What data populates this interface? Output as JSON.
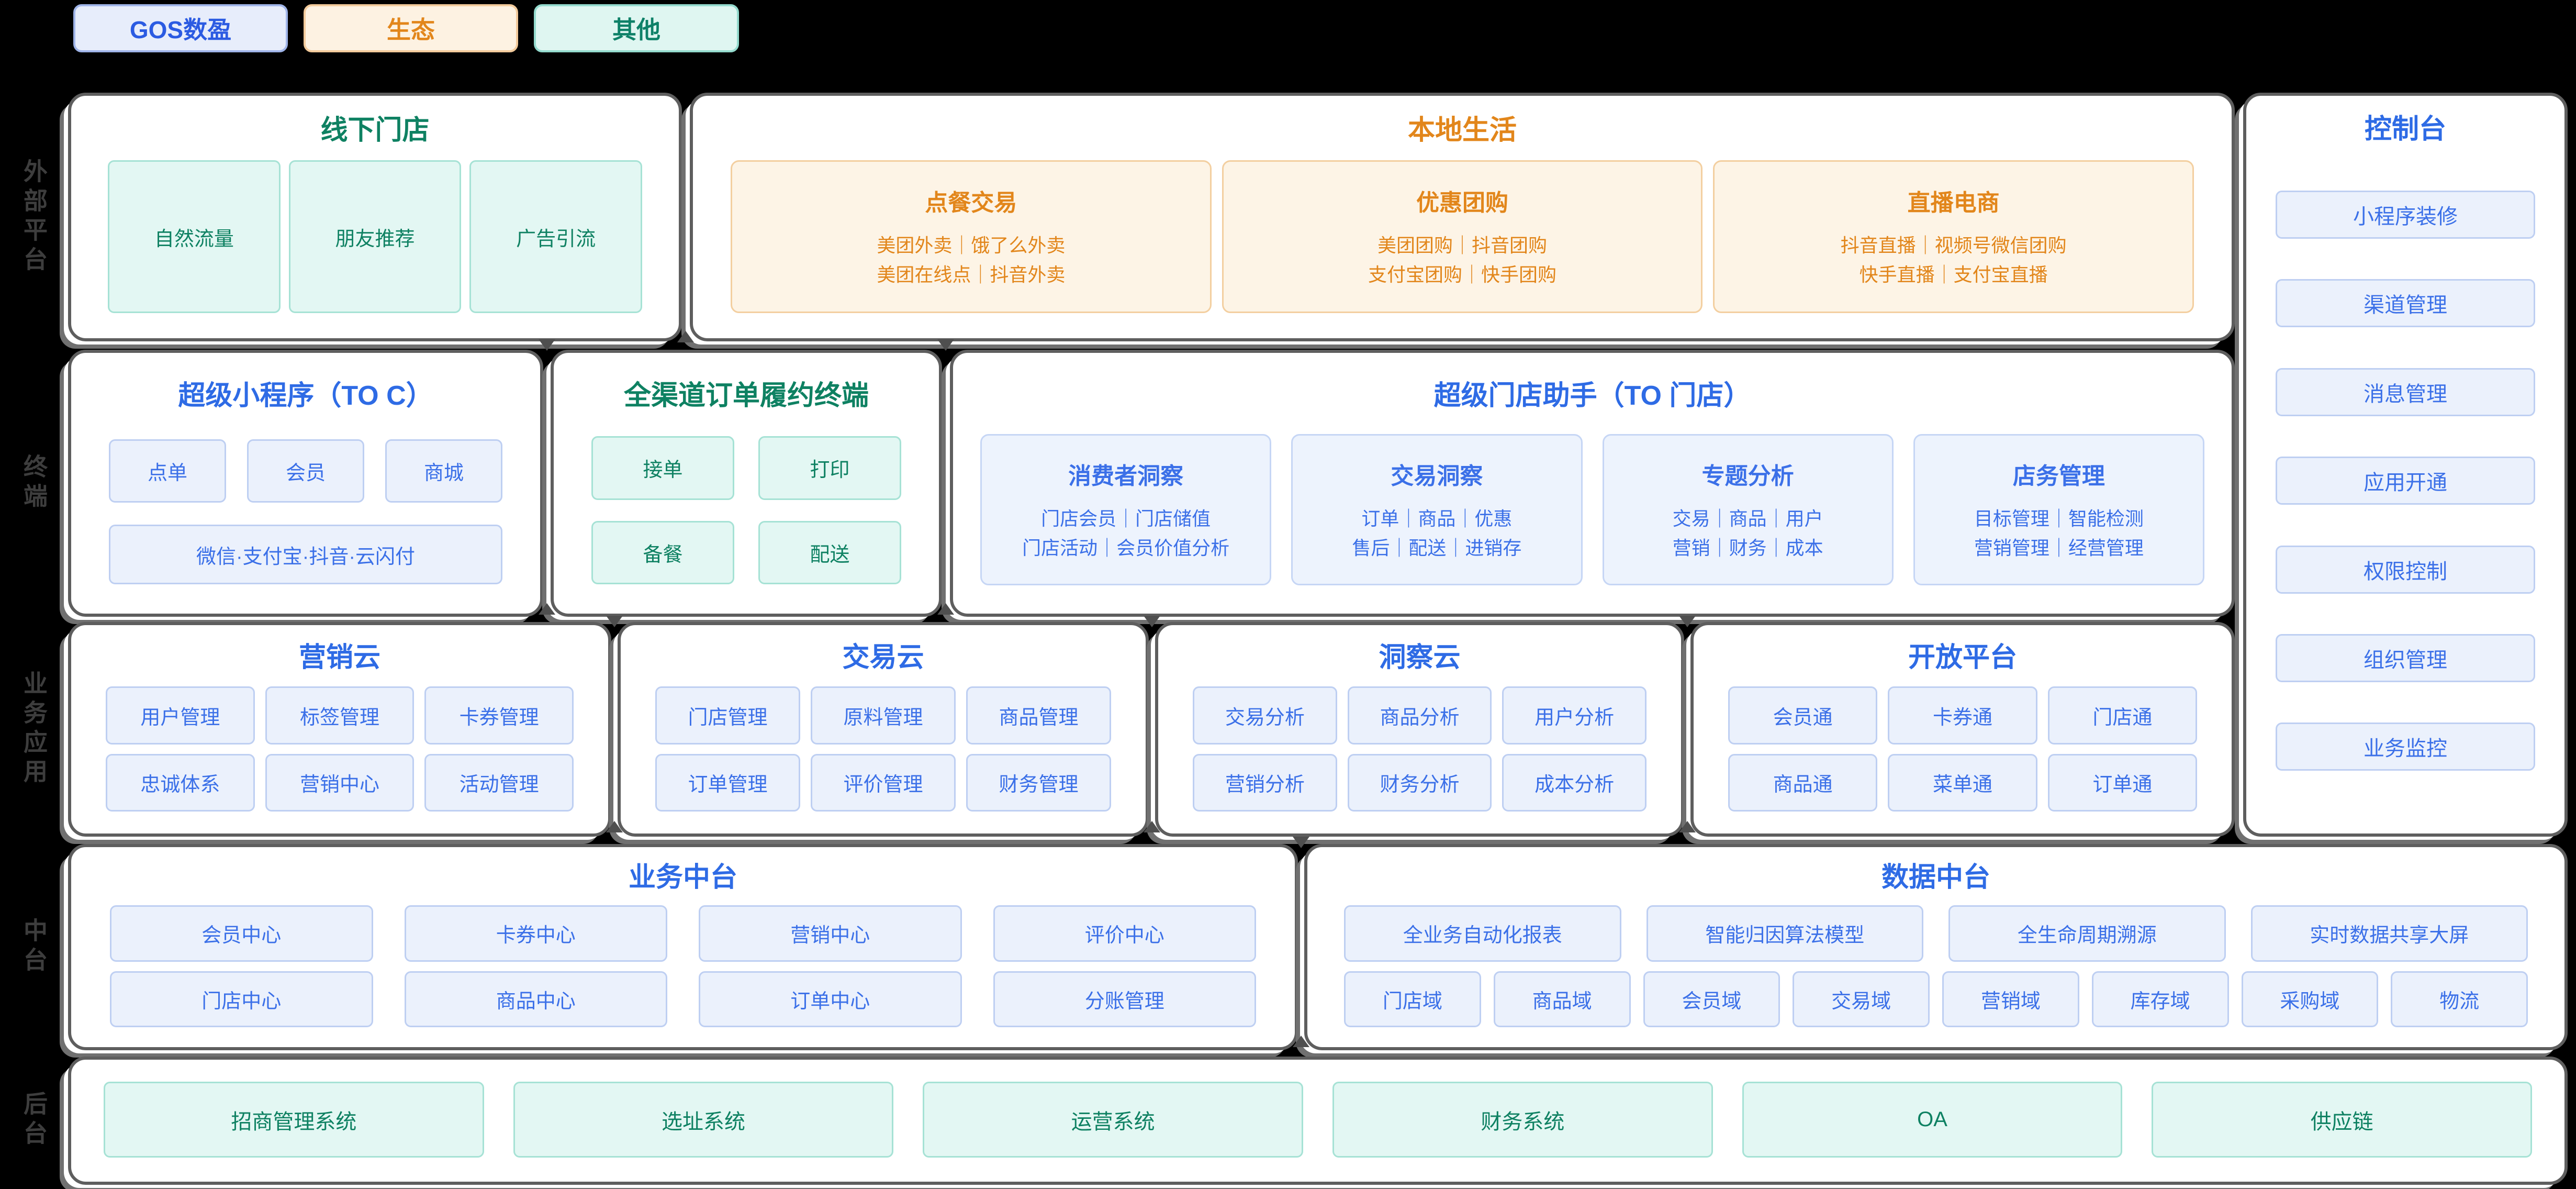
{
  "legend": {
    "items": [
      {
        "label": "GOS数盈",
        "type": "blue"
      },
      {
        "label": "生态",
        "type": "orange"
      },
      {
        "label": "其他",
        "type": "teal"
      }
    ]
  },
  "rail": {
    "labels": [
      "外部平台",
      "终端",
      "业务应用",
      "中台",
      "后台"
    ]
  },
  "sections": {
    "offline_store": {
      "title": "线下门店",
      "items": [
        "自然流量",
        "朋友推荐",
        "广告引流"
      ]
    },
    "local_life": {
      "title": "本地生活",
      "panels": [
        {
          "title": "点餐交易",
          "lines": [
            "美团外卖｜饿了么外卖",
            "美团在线点｜抖音外卖"
          ]
        },
        {
          "title": "优惠团购",
          "lines": [
            "美团团购｜抖音团购",
            "支付宝团购｜快手团购"
          ]
        },
        {
          "title": "直播电商",
          "lines": [
            "抖音直播｜视频号微信团购",
            "快手直播｜支付宝直播"
          ]
        }
      ]
    },
    "console": {
      "title": "控制台",
      "items": [
        "小程序装修",
        "渠道管理",
        "消息管理",
        "应用开通",
        "权限控制",
        "组织管理",
        "业务监控"
      ]
    },
    "super_miniapp": {
      "title": "超级小程序（TO C）",
      "items": [
        "点单",
        "会员",
        "商城"
      ],
      "wide_item": "微信·支付宝·抖音·云闪付"
    },
    "fulfillment": {
      "title": "全渠道订单履约终端",
      "items": [
        "接单",
        "打印",
        "备餐",
        "配送"
      ]
    },
    "store_assistant": {
      "title": "超级门店助手（TO 门店）",
      "panels": [
        {
          "title": "消费者洞察",
          "lines": [
            "门店会员｜门店储值",
            "门店活动｜会员价值分析"
          ]
        },
        {
          "title": "交易洞察",
          "lines": [
            "订单｜商品｜优惠",
            "售后｜配送｜进销存"
          ]
        },
        {
          "title": "专题分析",
          "lines": [
            "交易｜商品｜用户",
            "营销｜财务｜成本"
          ]
        },
        {
          "title": "店务管理",
          "lines": [
            "目标管理｜智能检测",
            "营销管理｜经营管理"
          ]
        }
      ]
    },
    "marketing_cloud": {
      "title": "营销云",
      "items": [
        "用户管理",
        "标签管理",
        "卡券管理",
        "忠诚体系",
        "营销中心",
        "活动管理"
      ]
    },
    "trade_cloud": {
      "title": "交易云",
      "items": [
        "门店管理",
        "原料管理",
        "商品管理",
        "订单管理",
        "评价管理",
        "财务管理"
      ]
    },
    "insight_cloud": {
      "title": "洞察云",
      "items": [
        "交易分析",
        "商品分析",
        "用户分析",
        "营销分析",
        "财务分析",
        "成本分析"
      ]
    },
    "open_platform": {
      "title": "开放平台",
      "items": [
        "会员通",
        "卡券通",
        "门店通",
        "商品通",
        "菜单通",
        "订单通"
      ]
    },
    "business_middle": {
      "title": "业务中台",
      "items": [
        "会员中心",
        "卡券中心",
        "营销中心",
        "评价中心",
        "门店中心",
        "商品中心",
        "订单中心",
        "分账管理"
      ]
    },
    "data_middle": {
      "title": "数据中台",
      "wide_items": [
        "全业务自动化报表",
        "智能归因算法模型",
        "全生命周期溯源",
        "实时数据共享大屏"
      ],
      "domain_items": [
        "门店域",
        "商品域",
        "会员域",
        "交易域",
        "营销域",
        "库存域",
        "采购域",
        "物流"
      ]
    },
    "backoffice": {
      "items": [
        "招商管理系统",
        "选址系统",
        "运营系统",
        "财务系统",
        "OA",
        "供应链"
      ]
    }
  },
  "colors": {
    "background": "#000000",
    "card_background": "#ffffff",
    "card_border": "#5e5e5e",
    "blue_accent": "#2E6BE5",
    "green_accent": "#0E8162",
    "orange_accent": "#E2861B",
    "blue_item_bg": "#EBF1FC",
    "blue_item_border": "#BECFF2",
    "teal_item_bg": "#E3F7F3",
    "teal_item_border": "#A6E2D5",
    "orange_panel_bg": "#FDF4E6",
    "orange_panel_border": "#F3CFA0",
    "rail_label_color": "#3d3d3d"
  }
}
